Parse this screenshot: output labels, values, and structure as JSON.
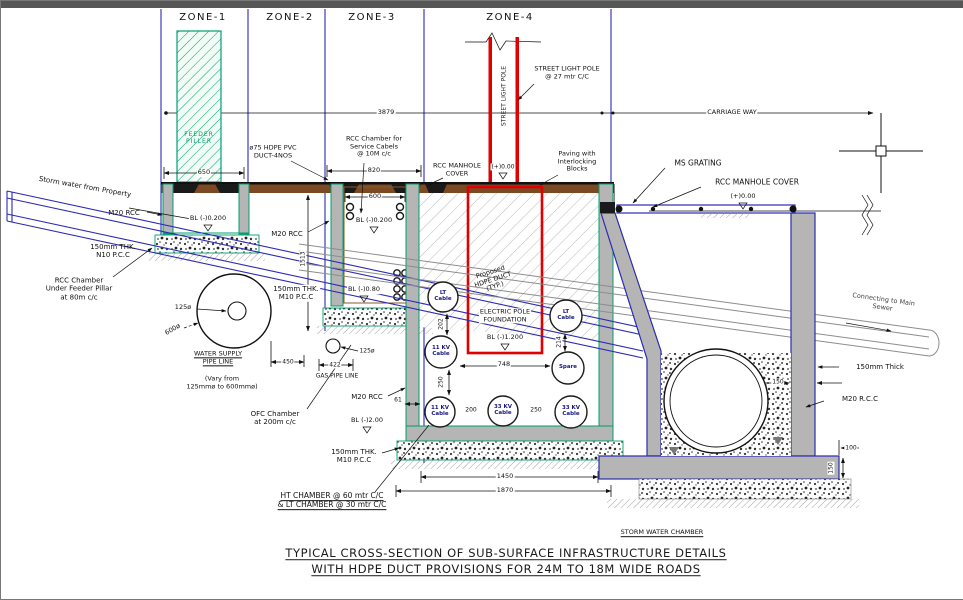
{
  "colors": {
    "zone_line_blue": "#2b2bb4",
    "chamber_green": "#00a070",
    "pole_red": "#e00000",
    "wall_gray": "#b5b5b5",
    "paving_brown": "#7c4a22",
    "cable_text_blue": "#18187e"
  },
  "zones": [
    "ZONE-1",
    "ZONE-2",
    "ZONE-3",
    "ZONE-4"
  ],
  "cables": [
    "LT\nCable",
    "11 KV\nCable",
    "LT\nCable",
    "Spare",
    "11 KV\nCable",
    "33 KV\nCable",
    "33 KV\nCable"
  ],
  "labels": {
    "dim_3879": "3879",
    "carriage_way": "CARRIAGE WAY",
    "street_light_pole_vertical": "STREET LIGHT POLE",
    "street_light_pole_note": "STREET LIGHT POLE\n@ 27 mtr C/C",
    "storm_water_from_property": "Storm water from Property",
    "feeder_piller": "FEEDER\nPILLER",
    "dim_650": "650",
    "m20_rcc_1": "M20 RCC",
    "bl_0200_1": "BL (-)0.200",
    "thk_n10": "150mm THK.\nN10 P.C.C",
    "rcc_chamber_feeder": "RCC Chamber\nUnder Feeder Pillar\nat 80m c/c",
    "duct75": "ø75 HDPE PVC\nDUCT-4NOS",
    "rcc_chamber_service": "RCC Chamber for\nService Cabels\n@ 10M c/c",
    "dim_820": "820",
    "dim_600": "600",
    "bl_0200_2": "BL (-)0.200",
    "m20_rcc_2": "M20 RCC",
    "dim_1513": "1513",
    "thk_m10_mid": "150mm THK.\nM10 P.C.C",
    "bl_080": "BL (-)0.80",
    "rcc_manhole_cover_mid": "RCC MANHOLE\nCOVER",
    "level_000_mid": "(+)0.00",
    "paving": "Paving with\nInterlocking\nBlocks",
    "ms_grating": "MS GRATING",
    "rcc_manhole_cover_right": "RCC MANHOLE COVER",
    "level_000_right": "(+)0.00",
    "proposed_duct": "Proposed\nHDPE DUCT\n(TYP.)",
    "electric_pole": "ELECTRIC POLE\nFOUNDATION",
    "bl_1200": "BL (-)1.200",
    "dim_202": "202",
    "dim_214": "214",
    "dim_748": "748",
    "dim_250a": "250",
    "dim_200": "200",
    "dim_250b": "250",
    "dia_125": "125ø",
    "dia_600": "600ø",
    "water_supply": "WATER SUPPLY\nPIPE LINE",
    "water_supply_note": "(Vary from\n125mmø to 600mmø)",
    "dim_450": "450",
    "gas_dia_125": "125ø",
    "dim_422": "422",
    "gas_pipe_line": "GAS PIPE LINE",
    "ofc_chamber": "OFC Chamber\nat 200m c/c",
    "m20_rcc_3": "M20 RCC",
    "dim_61": "61",
    "bl_200": "BL (-)2.00",
    "thk_m10_bottom": "150mm THK.\nM10 P.C.C",
    "dim_1450": "1450",
    "dim_1870": "1870",
    "ht_chamber": "HT CHAMBER @ 60 mtr C/C\n& LT CHAMBER @ 30 mtr C/C",
    "connecting_sewer": "Connecting to Main Sewer",
    "thick_150mm": "150mm Thick",
    "dim_150_a": "150",
    "m20_rcc_right": "M20 R.C.C",
    "dim_100": "100",
    "dim_150_b": "150",
    "storm_water_chamber": "STORM WATER CHAMBER"
  },
  "title": {
    "line1": "TYPICAL CROSS-SECTION OF SUB-SURFACE INFRASTRUCTURE DETAILS",
    "line2": "WITH HDPE DUCT PROVISIONS FOR 24M TO 18M WIDE ROADS"
  }
}
